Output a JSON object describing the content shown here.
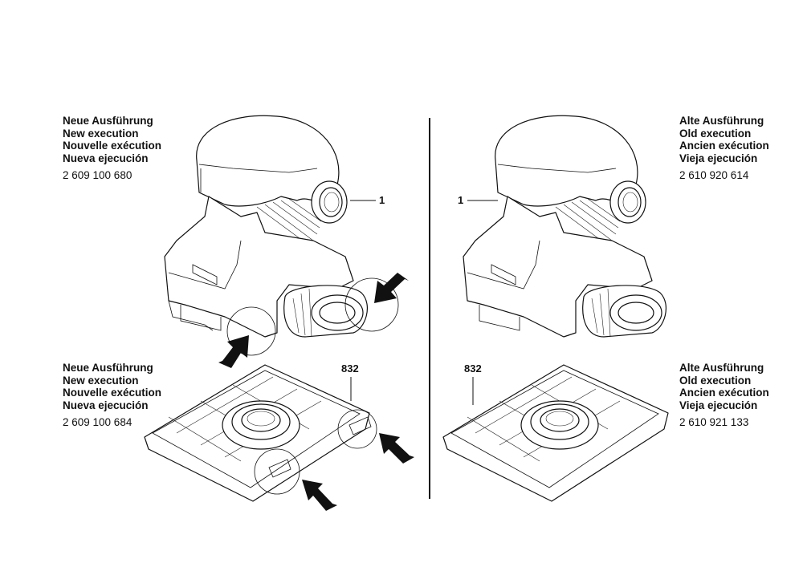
{
  "top_left": {
    "lines": [
      "Neue Ausführung",
      "New execution",
      "Nouvelle exécution",
      "Nueva ejecución"
    ],
    "part_number": "2 609 100 680"
  },
  "top_right": {
    "lines": [
      "Alte Ausführung",
      "Old execution",
      "Ancien exécution",
      "Vieja ejecución"
    ],
    "part_number": "2 610 920 614"
  },
  "bottom_left": {
    "lines": [
      "Neue Ausführung",
      "New execution",
      "Nouvelle exécution",
      "Nueva ejecución"
    ],
    "part_number": "2 609 100 684"
  },
  "bottom_right": {
    "lines": [
      "Alte Ausführung",
      "Old execution",
      "Ancien exécution",
      "Vieja ejecución"
    ],
    "part_number": "2 610 921 133"
  },
  "callouts": {
    "housing_new": "1",
    "housing_old": "1",
    "base_new": "832",
    "base_old": "832"
  }
}
